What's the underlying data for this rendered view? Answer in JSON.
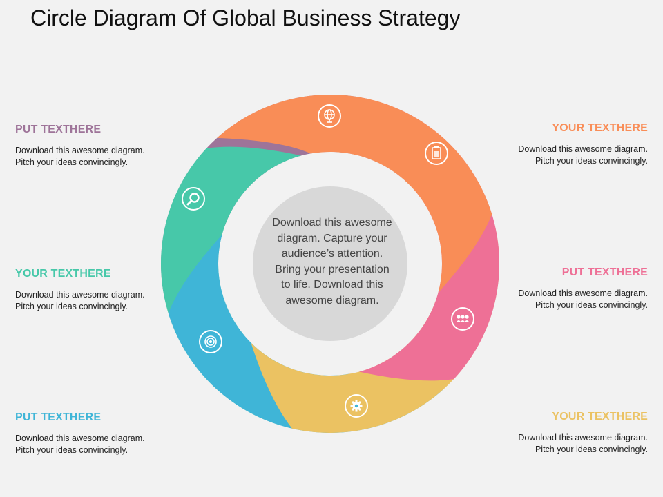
{
  "title": "Circle Diagram Of Global Business Strategy",
  "colors": {
    "orange": "#f98d57",
    "pink": "#ee7096",
    "yellow": "#ebc262",
    "blue": "#3fb5d7",
    "green": "#47c8a9",
    "purple": "#9e7499",
    "center": "#d8d8d8"
  },
  "center": {
    "lines": [
      "Download this awesome",
      "diagram. Capture your",
      "audience’s attention.",
      "Bring your presentation",
      "to life. Download this",
      "awesome diagram."
    ]
  },
  "labels": [
    {
      "id": "left-1",
      "heading": "PUT TEXTHERE",
      "color": "#9e7499",
      "lines": [
        "Download this awesome diagram.",
        "Pitch your ideas convincingly."
      ]
    },
    {
      "id": "left-2",
      "heading": "YOUR TEXTHERE",
      "color": "#47c8a9",
      "lines": [
        "Download this awesome diagram.",
        "Pitch your ideas convincingly."
      ]
    },
    {
      "id": "left-3",
      "heading": "PUT TEXTHERE",
      "color": "#3fb5d7",
      "lines": [
        "Download this awesome diagram.",
        "Pitch your ideas convincingly."
      ]
    },
    {
      "id": "right-1",
      "heading": "YOUR TEXTHERE",
      "color": "#f98d57",
      "lines": [
        "Download this awesome diagram.",
        "Pitch your ideas convincingly."
      ]
    },
    {
      "id": "right-2",
      "heading": "PUT TEXTHERE",
      "color": "#ee7096",
      "lines": [
        "Download this awesome diagram.",
        "Pitch your ideas convincingly."
      ]
    },
    {
      "id": "right-3",
      "heading": "YOUR TEXTHERE",
      "color": "#ebc262",
      "lines": [
        "Download this awesome diagram.",
        "Pitch your ideas convincingly."
      ]
    }
  ],
  "icons": [
    "globe-icon",
    "clipboard-icon",
    "people-icon",
    "gear-icon",
    "target-icon",
    "magnifier-icon"
  ]
}
